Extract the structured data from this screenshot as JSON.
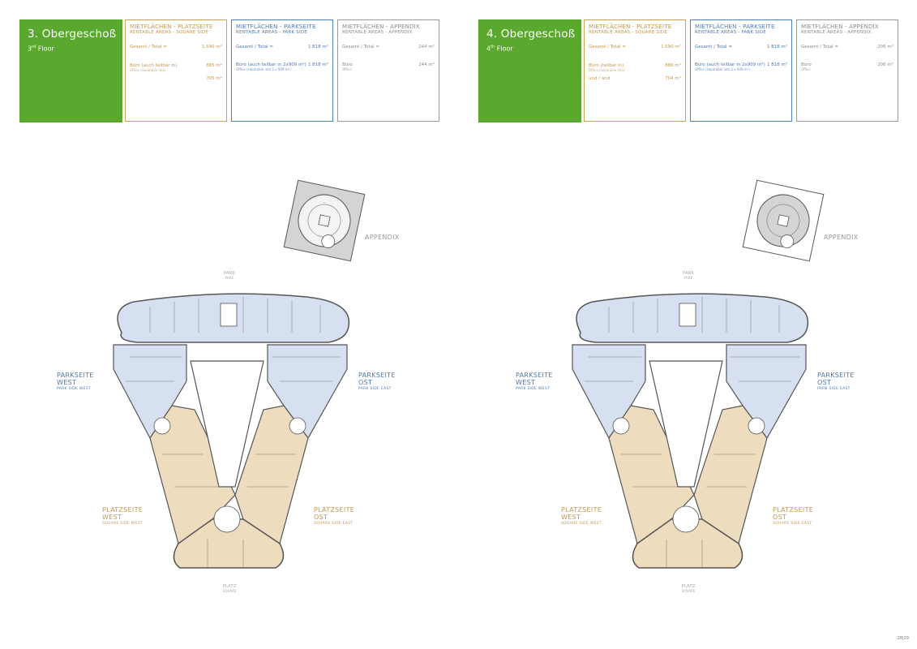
{
  "floors": [
    {
      "title": "3. Obergeschoß",
      "subtitle_num": "3",
      "subtitle_sup": "rd",
      "subtitle_rest": " Floor",
      "platz": {
        "h1": "MIETFLÄCHEN - PLATZSEITE",
        "h2": "RENTABLE AREAS - SQUARE SIDE",
        "rows": [
          {
            "label": "Gesamt / Total =",
            "value": "1.590 m²",
            "sub": ""
          },
          {
            "label": "Büro (auch teilbar in)",
            "value": "885 m²",
            "sub": "Office (separable into)"
          },
          {
            "label": "",
            "value": "705 m²",
            "sub": ""
          }
        ]
      },
      "park": {
        "h1": "MIETFLÄCHEN - PARKSEITE",
        "h2": "RENTABLE AREAS - PARK SIDE",
        "rows": [
          {
            "label": "Gesamt / Total =",
            "value": "1 818 m²",
            "sub": ""
          },
          {
            "label": "Büro (auch teilbar in 2x909 m²)",
            "value": "1 818 m²",
            "sub": "Office (separable into 2 x 909 m²)"
          }
        ]
      },
      "appendix": {
        "h1": "MIETFLÄCHEN - APPENDIX",
        "h2": "RENTABLE AREAS - APPENDIX",
        "rows": [
          {
            "label": "Gesamt / Total =",
            "value": "244 m²",
            "sub": ""
          },
          {
            "label": "Büro",
            "value": "244 m²",
            "sub": "Office"
          }
        ]
      },
      "labels": {
        "appendix": "APPENDIX",
        "park": "PARK",
        "park_sm": "PARK",
        "platz": "PLATZ",
        "platz_sm": "SQUARE",
        "park_west_1": "PARKSEITE",
        "park_west_2": "WEST",
        "park_west_sm": "PARK SIDE WEST",
        "park_ost_1": "PARKSEITE",
        "park_ost_2": "OST",
        "park_ost_sm": "PARK SIDE EAST",
        "platz_west_1": "PLATZSEITE",
        "platz_west_2": "WEST",
        "platz_west_sm": "SQUARE SIDE WEST",
        "platz_ost_1": "PLATZSEITE",
        "platz_ost_2": "OST",
        "platz_ost_sm": "SQUARE SIDE EAST"
      }
    },
    {
      "title": "4. Obergeschoß",
      "subtitle_num": "4",
      "subtitle_sup": "th",
      "subtitle_rest": " Floor",
      "platz": {
        "h1": "MIETFLÄCHEN - PLATZSEITE",
        "h2": "RENTABLE AREAS - SQUARE SIDE",
        "rows": [
          {
            "label": "Gesamt / Total =",
            "value": "1.590 m²",
            "sub": ""
          },
          {
            "label": "Büro (teilbar in)",
            "value": "886 m²",
            "sub": "Office (separable into)"
          },
          {
            "label": "und / and",
            "value": "704 m²",
            "sub": ""
          }
        ]
      },
      "park": {
        "h1": "MIETFLÄCHEN - PARKSEITE",
        "h2": "RENTABLE AREAS - PARK SIDE",
        "rows": [
          {
            "label": "Gesamt / Total =",
            "value": "1 818 m²",
            "sub": ""
          },
          {
            "label": "Büro (auch teilbar in 2x909 m²)",
            "value": "1 818 m²",
            "sub": "Office (separable into 2 x 909 m²)"
          }
        ]
      },
      "appendix": {
        "h1": "MIETFLÄCHEN - APPENDIX",
        "h2": "RENTABLE AREAS - APPENDIX",
        "rows": [
          {
            "label": "Gesamt / Total =",
            "value": "206 m²",
            "sub": ""
          },
          {
            "label": "Büro",
            "value": "206 m²",
            "sub": "Office"
          }
        ]
      },
      "labels": {
        "appendix": "APPENDIX",
        "park": "PARK",
        "park_sm": "PARK",
        "platz": "PLATZ",
        "platz_sm": "SQUARE",
        "park_west_1": "PARKSEITE",
        "park_west_2": "WEST",
        "park_west_sm": "PARK SIDE WEST",
        "park_ost_1": "PARKSEITE",
        "park_ost_2": "OST",
        "park_ost_sm": "PARK SIDE EAST",
        "platz_west_1": "PLATZSEITE",
        "platz_west_2": "WEST",
        "platz_west_sm": "SQUARE SIDE WEST",
        "platz_ost_1": "PLATZSEITE",
        "platz_ost_2": "OST",
        "platz_ost_sm": "SQUARE SIDE EAST"
      }
    }
  ],
  "colors": {
    "green": "#5aa82d",
    "park_blue": "#d6e0f0",
    "platz_beige": "#eddcbe",
    "appendix_gray": "#d4d4d4",
    "wall": "#555555"
  },
  "page_number": "28|29"
}
